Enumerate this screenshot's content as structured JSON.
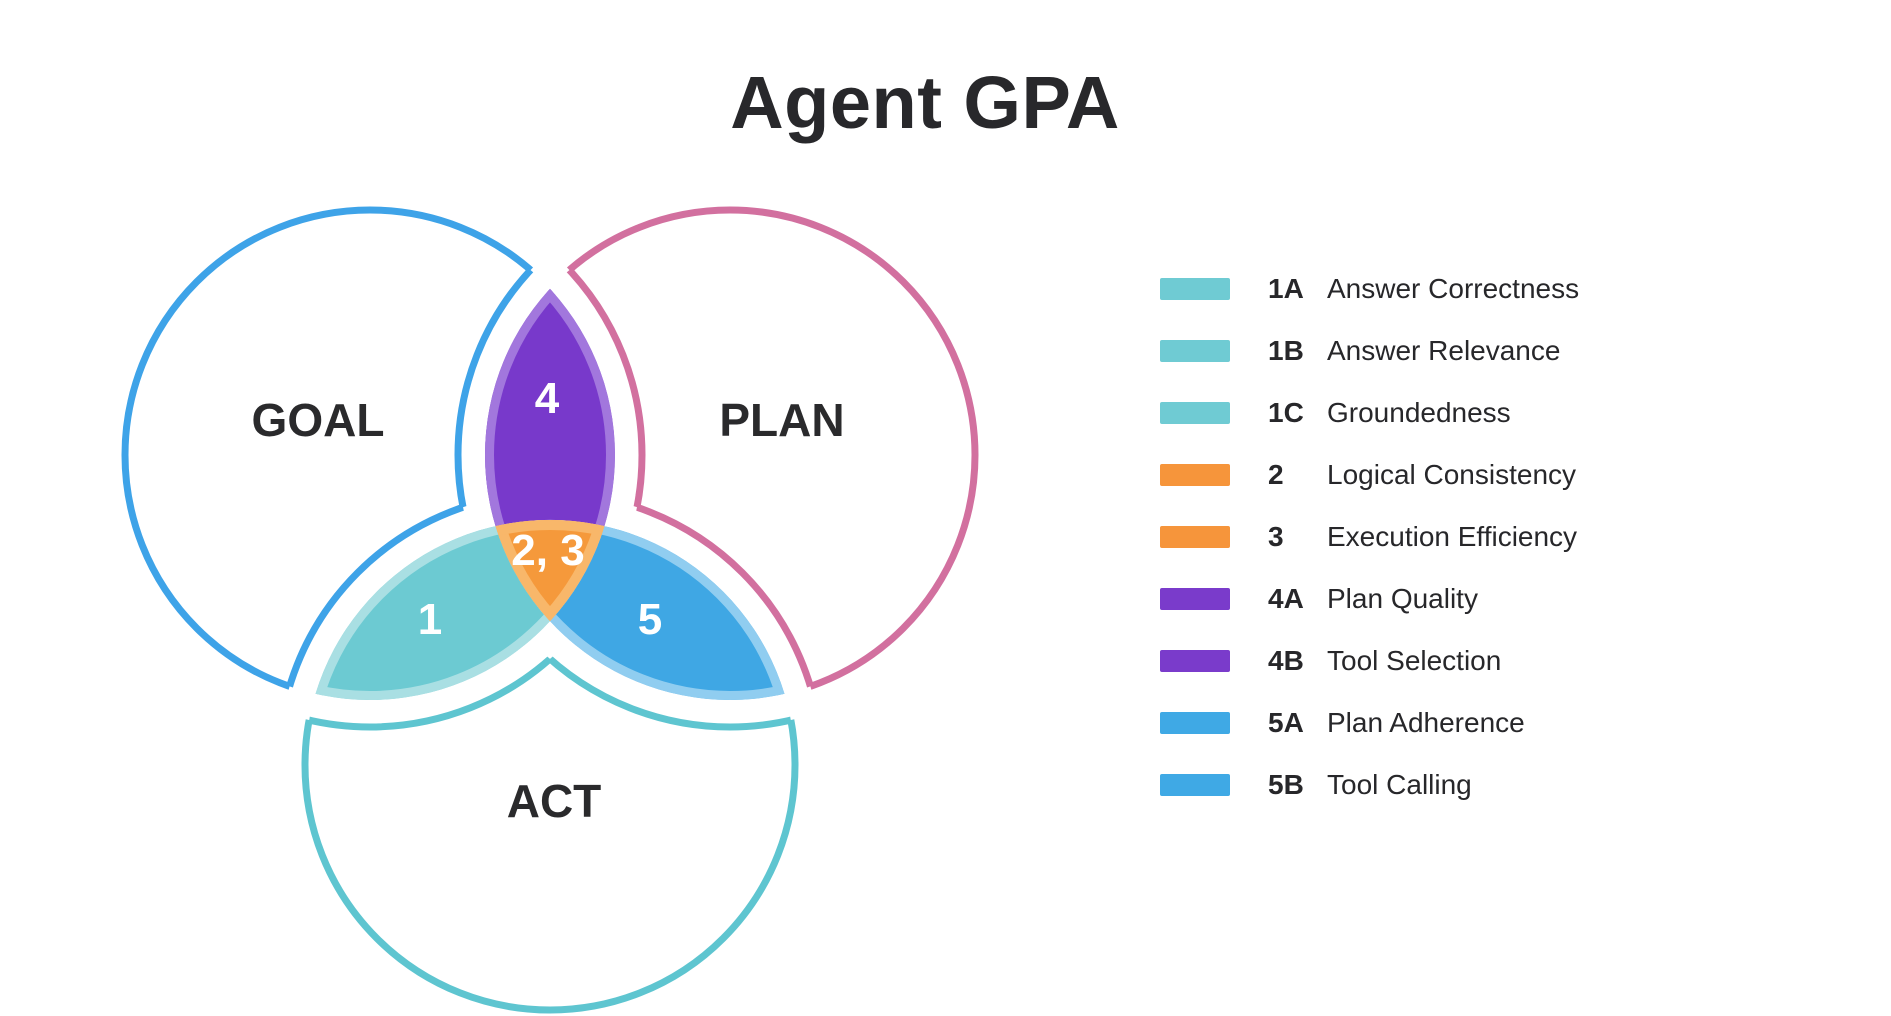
{
  "title": "Agent GPA",
  "colors": {
    "goal_stroke": "#3EA3E8",
    "plan_stroke": "#D2709F",
    "act_stroke": "#5EC5D0",
    "goal_act_fill": "#6CCAD2",
    "goal_act_light": "#A9DFE3",
    "plan_act_fill": "#3FA7E4",
    "plan_act_light": "#90CDF0",
    "goal_plan_fill": "#7839CB",
    "goal_plan_light": "#A277DD",
    "center_fill": "#F5993B",
    "center_light": "#F8B76A",
    "label_color": "#2A2A2C",
    "number_color": "#FFFFFF"
  },
  "venn": {
    "goal_label": "GOAL",
    "plan_label": "PLAN",
    "act_label": "ACT",
    "goal_plan_number": "4",
    "goal_act_number": "1",
    "plan_act_number": "5",
    "center_number": "2, 3"
  },
  "legend": {
    "items": [
      {
        "code": "1A",
        "label": "Answer Correctness",
        "color": "#6FCBD3"
      },
      {
        "code": "1B",
        "label": "Answer Relevance",
        "color": "#6FCBD3"
      },
      {
        "code": "1C",
        "label": "Groundedness",
        "color": "#6FCBD3"
      },
      {
        "code": "2",
        "label": "Logical Consistency",
        "color": "#F6953B"
      },
      {
        "code": "3",
        "label": "Execution Efficiency",
        "color": "#F6953B"
      },
      {
        "code": "4A",
        "label": "Plan Quality",
        "color": "#7A3BCB"
      },
      {
        "code": "4B",
        "label": "Tool Selection",
        "color": "#7A3BCB"
      },
      {
        "code": "5A",
        "label": "Plan Adherence",
        "color": "#3FA9E5"
      },
      {
        "code": "5B",
        "label": "Tool Calling",
        "color": "#3FA9E5"
      }
    ]
  }
}
